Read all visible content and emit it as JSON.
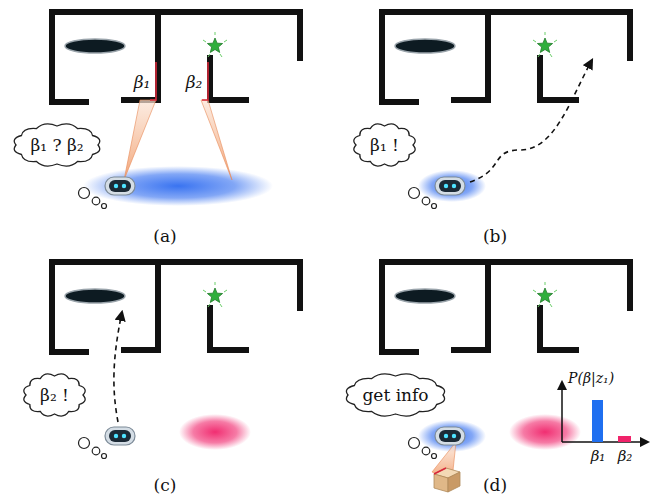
{
  "diagram": {
    "nodes": [
      {
        "text": [
          "β₁ ? β₂"
        ]
      },
      {
        "text": [
          "β₁ !"
        ]
      },
      {
        "text": [
          "β₂ !"
        ]
      },
      {
        "text": [
          "get info"
        ]
      }
    ],
    "labels": [
      "β₁",
      "β₂",
      "(a)",
      "(b)",
      "(c)",
      "(d)",
      "P(β|z₁)",
      "β₁",
      "β₂"
    ]
  }
}
